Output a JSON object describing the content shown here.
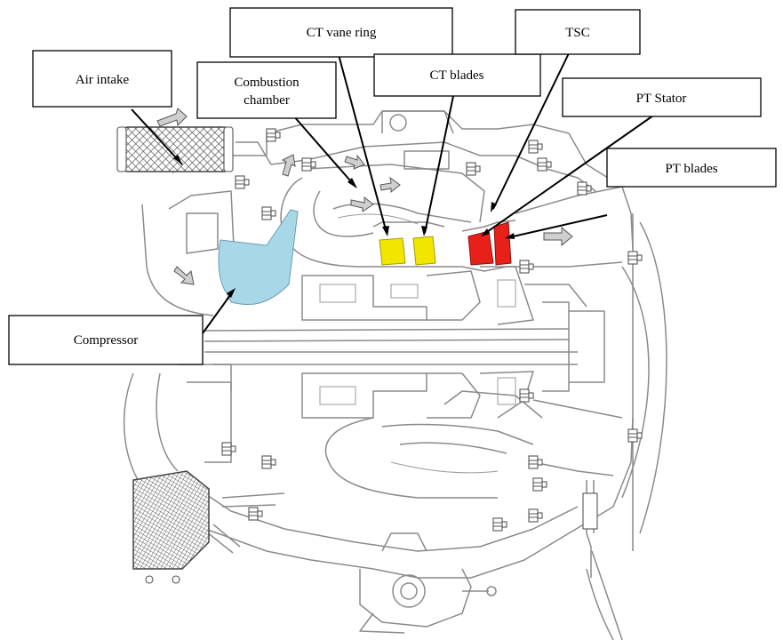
{
  "labels": {
    "air_intake": "Air intake",
    "combustion_line1": "Combustion",
    "combustion_line2": "chamber",
    "ct_vane_ring": "CT vane ring",
    "ct_blades": "CT blades",
    "tsc": "TSC",
    "pt_stator": "PT Stator",
    "pt_blades": "PT blades",
    "compressor": "Compressor"
  },
  "colors": {
    "compressor": "#a8d8e8",
    "ct_parts": "#f2e600",
    "pt_parts": "#e8201a",
    "leader": "#000000",
    "drawing_line": "#8a8a8a"
  },
  "icons": [
    "flow-arrow-icon",
    "mesh-filter-icon",
    "nut-fitting-icon"
  ]
}
